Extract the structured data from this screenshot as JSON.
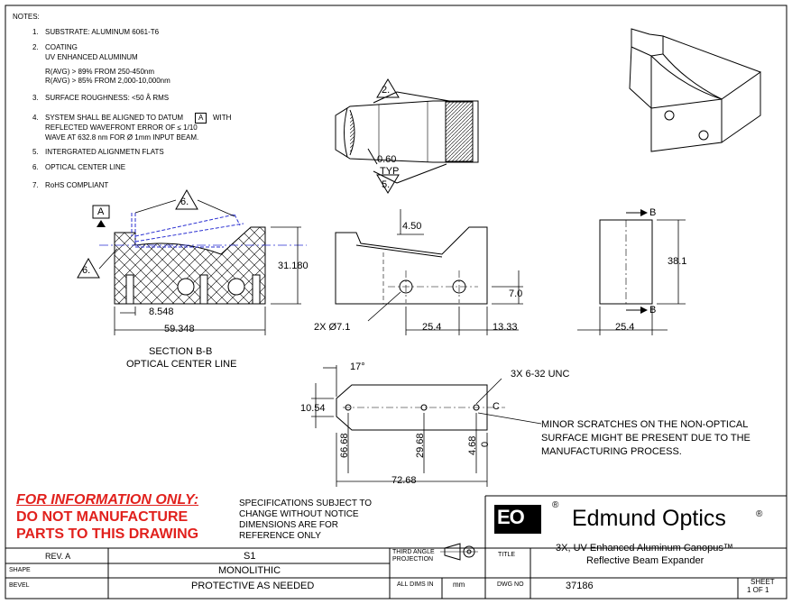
{
  "notes": {
    "heading": "NOTES:",
    "items": [
      {
        "num": "1.",
        "text": "SUBSTRATE: ALUMINUM 6061-T6"
      },
      {
        "num": "2.",
        "text": "COATING"
      },
      {
        "num": "",
        "text": "UV ENHANCED ALUMINUM"
      },
      {
        "num": "",
        "text": "R(AVG) > 89% FROM 250-450nm"
      },
      {
        "num": "",
        "text": "R(AVG) > 85% FROM 2,000-10,000nm"
      },
      {
        "num": "3.",
        "text": "SURFACE ROUGHNESS: <50 Å RMS"
      },
      {
        "num": "4.",
        "text": "SYSTEM SHALL BE ALIGNED TO DATUM"
      },
      {
        "num": "",
        "text": "A"
      },
      {
        "num": "",
        "text": "WITH"
      },
      {
        "num": "",
        "text": "REFLECTED WAVEFRONT ERROR OF ≤ 1/10"
      },
      {
        "num": "",
        "text": "WAVE AT 632.8 nm FOR Ø 1mm INPUT BEAM."
      },
      {
        "num": "5.",
        "text": "INTERGRATED ALIGNMETN FLATS"
      },
      {
        "num": "6.",
        "text": "OPTICAL CENTER LINE"
      },
      {
        "num": "7.",
        "text": "RoHS COMPLIANT"
      }
    ]
  },
  "views": {
    "top_callout_2": "2.",
    "top_callout_5": "5.",
    "top_dim": "0.60",
    "top_dim_typ": "TYP",
    "datum_a": "A",
    "section_callout_6a": "6.",
    "section_callout_6b": "6.",
    "section_height": "31.180",
    "section_x1": "8.548",
    "section_x2": "59.348",
    "section_label_1": "SECTION B-B",
    "section_label_2": "OPTICAL CENTER LINE",
    "front_depth": "4.50",
    "front_holes": "2X Ø7.1",
    "front_spacing": "25.4",
    "front_edge": "13.33",
    "front_hole_height": "7.0",
    "side_b_top": "B",
    "side_b_bottom": "B",
    "side_height": "38.1",
    "side_width": "25.4",
    "bottom_angle": "17°",
    "bottom_height": "10.54",
    "bottom_threads": "3X 6-32 UNC",
    "bottom_cl": "C",
    "bottom_x": [
      "66.68",
      "29.68",
      "4.68",
      "0"
    ],
    "bottom_total": "72.68",
    "scratch_note": [
      "MINOR SCRATCHES ON THE NON-OPTICAL",
      "SURFACE MIGHT BE PRESENT DUE TO THE",
      "MANUFACTURING PROCESS."
    ]
  },
  "warning": {
    "line1": "FOR INFORMATION ONLY:",
    "line2": "DO NOT MANUFACTURE",
    "line3": "PARTS TO THIS DRAWING",
    "color": "#e1211d"
  },
  "spec_note": [
    "SPECIFICATIONS SUBJECT TO",
    "CHANGE WITHOUT NOTICE",
    "DIMENSIONS ARE FOR",
    "REFERENCE ONLY"
  ],
  "title_block": {
    "logo": "EO",
    "company": "Edmund Optics",
    "registered": "®",
    "rev_label": "REV. A",
    "rev_value": "S1",
    "shape_label": "SHAPE",
    "shape_value": "MONOLITHIC",
    "bevel_label": "BEVEL",
    "bevel_value": "PROTECTIVE AS NEEDED",
    "projection_1": "THIRD ANGLE",
    "projection_2": "PROJECTION",
    "title_label": "TITLE",
    "title_1": "3X, UV Enhanced Aluminum Canopus™",
    "title_2": "Reflective Beam Expander",
    "dims_label": "ALL DIMS IN",
    "dims_value": "mm",
    "dwg_label": "DWG NO",
    "dwg_value": "37186",
    "sheet_label": "SHEET",
    "sheet_value": "1 OF 1"
  }
}
